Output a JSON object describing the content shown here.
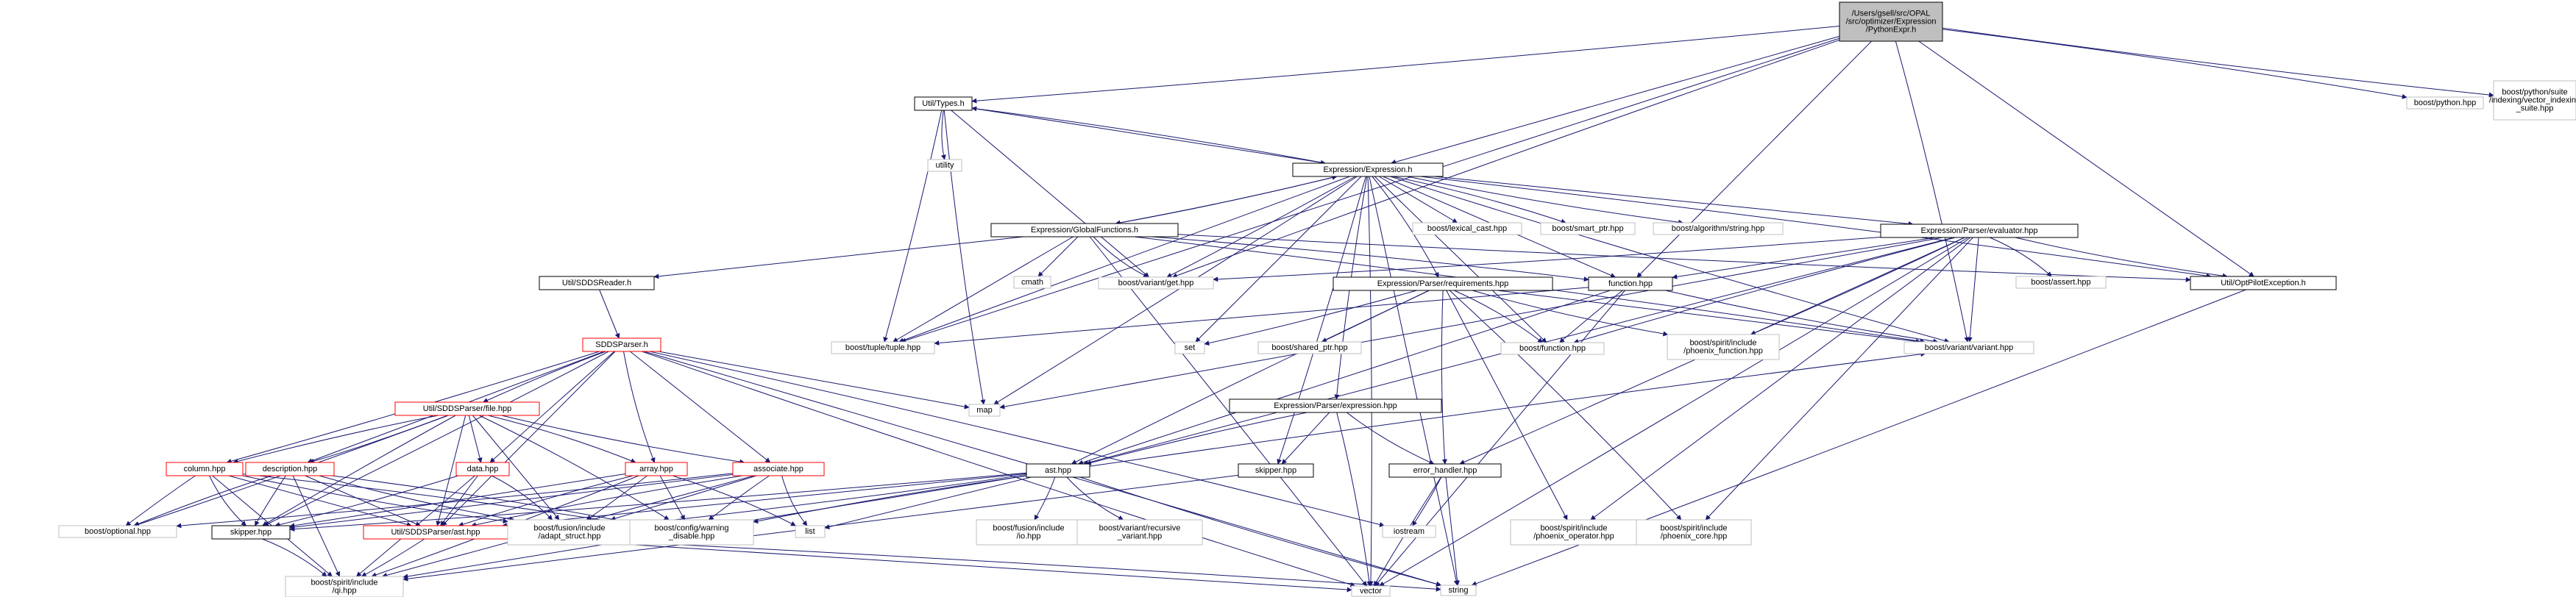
{
  "colors": {
    "edge": "#191970",
    "root_fill": "#bfbfbf",
    "normal_border": "#000000",
    "external_border": "#bfbfbf",
    "truncated_border": "#ff0000",
    "text": "#000000"
  },
  "nodes": [
    {
      "id": "root",
      "lines": [
        "/Users/gsell/src/OPAL",
        "/src/optimizer/Expression",
        "/PythonExpr.h"
      ],
      "style": "root"
    },
    {
      "id": "types",
      "lines": [
        "Util/Types.h"
      ],
      "style": "normal"
    },
    {
      "id": "utility",
      "lines": [
        "utility"
      ],
      "style": "external"
    },
    {
      "id": "expression",
      "lines": [
        "Expression/Expression.h"
      ],
      "style": "normal"
    },
    {
      "id": "globalfunctions",
      "lines": [
        "Expression/GlobalFunctions.h"
      ],
      "style": "normal"
    },
    {
      "id": "lexical",
      "lines": [
        "boost/lexical_cast.hpp"
      ],
      "style": "external"
    },
    {
      "id": "smartptr",
      "lines": [
        "boost/smart_ptr.hpp"
      ],
      "style": "external"
    },
    {
      "id": "algostring",
      "lines": [
        "boost/algorithm/string.hpp"
      ],
      "style": "external"
    },
    {
      "id": "evaluator",
      "lines": [
        "Expression/Parser/evaluator.hpp"
      ],
      "style": "normal"
    },
    {
      "id": "boostpython",
      "lines": [
        "boost/python.hpp"
      ],
      "style": "external"
    },
    {
      "id": "vecindexing",
      "lines": [
        "boost/python/suite",
        "/indexing/vector_indexing",
        "_suite.hpp"
      ],
      "style": "external"
    },
    {
      "id": "sddsreader",
      "lines": [
        "Util/SDDSReader.h"
      ],
      "style": "normal"
    },
    {
      "id": "cmath",
      "lines": [
        "cmath"
      ],
      "style": "external"
    },
    {
      "id": "variantget",
      "lines": [
        "boost/variant/get.hpp"
      ],
      "style": "external"
    },
    {
      "id": "function",
      "lines": [
        "function.hpp"
      ],
      "style": "normal"
    },
    {
      "id": "requirements",
      "lines": [
        "Expression/Parser/requirements.hpp"
      ],
      "style": "normal"
    },
    {
      "id": "boostassert",
      "lines": [
        "boost/assert.hpp"
      ],
      "style": "external"
    },
    {
      "id": "optpilotexc",
      "lines": [
        "Util/OptPilotException.h"
      ],
      "style": "normal"
    },
    {
      "id": "sddsparser",
      "lines": [
        "SDDSParser.h"
      ],
      "style": "truncated"
    },
    {
      "id": "tuple",
      "lines": [
        "boost/tuple/tuple.hpp"
      ],
      "style": "external"
    },
    {
      "id": "set",
      "lines": [
        "set"
      ],
      "style": "external"
    },
    {
      "id": "sharedptr",
      "lines": [
        "boost/shared_ptr.hpp"
      ],
      "style": "external"
    },
    {
      "id": "boostfunction",
      "lines": [
        "boost/function.hpp"
      ],
      "style": "external"
    },
    {
      "id": "phoenixfunction",
      "lines": [
        "boost/spirit/include",
        "/phoenix_function.hpp"
      ],
      "style": "external"
    },
    {
      "id": "variant",
      "lines": [
        "boost/variant/variant.hpp"
      ],
      "style": "external"
    },
    {
      "id": "filehpp",
      "lines": [
        "Util/SDDSParser/file.hpp"
      ],
      "style": "truncated"
    },
    {
      "id": "map",
      "lines": [
        "map"
      ],
      "style": "external"
    },
    {
      "id": "exprhpp",
      "lines": [
        "Expression/Parser/expression.hpp"
      ],
      "style": "normal"
    },
    {
      "id": "column",
      "lines": [
        "column.hpp"
      ],
      "style": "truncated"
    },
    {
      "id": "description",
      "lines": [
        "description.hpp"
      ],
      "style": "truncated"
    },
    {
      "id": "data",
      "lines": [
        "data.hpp"
      ],
      "style": "truncated"
    },
    {
      "id": "array",
      "lines": [
        "array.hpp"
      ],
      "style": "truncated"
    },
    {
      "id": "associate",
      "lines": [
        "associate.hpp"
      ],
      "style": "truncated"
    },
    {
      "id": "ast",
      "lines": [
        "ast.hpp"
      ],
      "style": "normal"
    },
    {
      "id": "skipper2",
      "lines": [
        "skipper.hpp"
      ],
      "style": "normal"
    },
    {
      "id": "errorhandler",
      "lines": [
        "error_handler.hpp"
      ],
      "style": "normal"
    },
    {
      "id": "optional",
      "lines": [
        "boost/optional.hpp"
      ],
      "style": "external"
    },
    {
      "id": "skipper1",
      "lines": [
        "skipper.hpp"
      ],
      "style": "normal"
    },
    {
      "id": "sddsast",
      "lines": [
        "Util/SDDSParser/ast.hpp"
      ],
      "style": "truncated"
    },
    {
      "id": "adaptstruct",
      "lines": [
        "boost/fusion/include",
        "/adapt_struct.hpp"
      ],
      "style": "external"
    },
    {
      "id": "configwarning",
      "lines": [
        "boost/config/warning",
        "_disable.hpp"
      ],
      "style": "external"
    },
    {
      "id": "list",
      "lines": [
        "list"
      ],
      "style": "external"
    },
    {
      "id": "fusionio",
      "lines": [
        "boost/fusion/include",
        "/io.hpp"
      ],
      "style": "external"
    },
    {
      "id": "recursivevariant",
      "lines": [
        "boost/variant/recursive",
        "_variant.hpp"
      ],
      "style": "external"
    },
    {
      "id": "iostream",
      "lines": [
        "iostream"
      ],
      "style": "external"
    },
    {
      "id": "phoenixoperator",
      "lines": [
        "boost/spirit/include",
        "/phoenix_operator.hpp"
      ],
      "style": "external"
    },
    {
      "id": "phoenixcore",
      "lines": [
        "boost/spirit/include",
        "/phoenix_core.hpp"
      ],
      "style": "external"
    },
    {
      "id": "qi",
      "lines": [
        "boost/spirit/include",
        "/qi.hpp"
      ],
      "style": "external"
    },
    {
      "id": "vector",
      "lines": [
        "vector"
      ],
      "style": "external"
    },
    {
      "id": "string",
      "lines": [
        "string"
      ],
      "style": "external"
    }
  ],
  "edges": [
    [
      "root",
      "types"
    ],
    [
      "root",
      "expression"
    ],
    [
      "root",
      "boostpython"
    ],
    [
      "root",
      "vecindexing"
    ],
    [
      "root",
      "tuple"
    ],
    [
      "root",
      "variantget"
    ],
    [
      "root",
      "function"
    ],
    [
      "root",
      "optpilotexc"
    ],
    [
      "root",
      "variant"
    ],
    [
      "types",
      "utility"
    ],
    [
      "types",
      "expression"
    ],
    [
      "types",
      "tuple"
    ],
    [
      "types",
      "map"
    ],
    [
      "types",
      "variantget"
    ],
    [
      "expression",
      "types"
    ],
    [
      "expression",
      "globalfunctions"
    ],
    [
      "expression",
      "lexical"
    ],
    [
      "expression",
      "smartptr"
    ],
    [
      "expression",
      "algostring"
    ],
    [
      "expression",
      "evaluator"
    ],
    [
      "expression",
      "requirements"
    ],
    [
      "expression",
      "exprhpp"
    ],
    [
      "expression",
      "function"
    ],
    [
      "expression",
      "optpilotexc"
    ],
    [
      "expression",
      "variantget"
    ],
    [
      "expression",
      "tuple"
    ],
    [
      "expression",
      "set"
    ],
    [
      "expression",
      "map"
    ],
    [
      "expression",
      "boostfunction"
    ],
    [
      "expression",
      "skipper2"
    ],
    [
      "expression",
      "variant"
    ],
    [
      "expression",
      "string"
    ],
    [
      "expression",
      "vector"
    ],
    [
      "globalfunctions",
      "expression"
    ],
    [
      "globalfunctions",
      "sddsreader"
    ],
    [
      "globalfunctions",
      "cmath"
    ],
    [
      "globalfunctions",
      "variantget"
    ],
    [
      "globalfunctions",
      "tuple"
    ],
    [
      "globalfunctions",
      "function"
    ],
    [
      "globalfunctions",
      "optpilotexc"
    ],
    [
      "globalfunctions",
      "vector"
    ],
    [
      "globalfunctions",
      "variant"
    ],
    [
      "evaluator",
      "variantget"
    ],
    [
      "evaluator",
      "function"
    ],
    [
      "evaluator",
      "boostassert"
    ],
    [
      "evaluator",
      "optpilotexc"
    ],
    [
      "evaluator",
      "variant"
    ],
    [
      "evaluator",
      "boostfunction"
    ],
    [
      "evaluator",
      "phoenixfunction"
    ],
    [
      "evaluator",
      "map"
    ],
    [
      "evaluator",
      "ast"
    ],
    [
      "evaluator",
      "errorhandler"
    ],
    [
      "evaluator",
      "phoenixoperator"
    ],
    [
      "evaluator",
      "phoenixcore"
    ],
    [
      "evaluator",
      "vector"
    ],
    [
      "function",
      "tuple"
    ],
    [
      "function",
      "boostfunction"
    ],
    [
      "function",
      "variant"
    ],
    [
      "function",
      "ast"
    ],
    [
      "function",
      "vector"
    ],
    [
      "requirements",
      "set"
    ],
    [
      "requirements",
      "sharedptr"
    ],
    [
      "requirements",
      "boostfunction"
    ],
    [
      "requirements",
      "phoenixfunction"
    ],
    [
      "requirements",
      "variant"
    ],
    [
      "requirements",
      "ast"
    ],
    [
      "requirements",
      "errorhandler"
    ],
    [
      "requirements",
      "phoenixoperator"
    ],
    [
      "requirements",
      "phoenixcore"
    ],
    [
      "optpilotexc",
      "string"
    ],
    [
      "sddsreader",
      "sddsparser"
    ],
    [
      "sddsparser",
      "filehpp"
    ],
    [
      "sddsparser",
      "column"
    ],
    [
      "sddsparser",
      "description"
    ],
    [
      "sddsparser",
      "data"
    ],
    [
      "sddsparser",
      "array"
    ],
    [
      "sddsparser",
      "associate"
    ],
    [
      "sddsparser",
      "sddsast"
    ],
    [
      "sddsparser",
      "skipper1"
    ],
    [
      "sddsparser",
      "map"
    ],
    [
      "sddsparser",
      "iostream"
    ],
    [
      "sddsparser",
      "vector"
    ],
    [
      "sddsparser",
      "string"
    ],
    [
      "filehpp",
      "column"
    ],
    [
      "filehpp",
      "description"
    ],
    [
      "filehpp",
      "data"
    ],
    [
      "filehpp",
      "array"
    ],
    [
      "filehpp",
      "associate"
    ],
    [
      "filehpp",
      "sddsast"
    ],
    [
      "filehpp",
      "skipper1"
    ],
    [
      "filehpp",
      "optional"
    ],
    [
      "filehpp",
      "adaptstruct"
    ],
    [
      "filehpp",
      "configwarning"
    ],
    [
      "column",
      "skipper1"
    ],
    [
      "column",
      "sddsast"
    ],
    [
      "column",
      "optional"
    ],
    [
      "column",
      "adaptstruct"
    ],
    [
      "column",
      "qi"
    ],
    [
      "column",
      "configwarning"
    ],
    [
      "description",
      "skipper1"
    ],
    [
      "description",
      "sddsast"
    ],
    [
      "description",
      "optional"
    ],
    [
      "description",
      "adaptstruct"
    ],
    [
      "description",
      "qi"
    ],
    [
      "description",
      "configwarning"
    ],
    [
      "data",
      "skipper1"
    ],
    [
      "data",
      "sddsast"
    ],
    [
      "data",
      "adaptstruct"
    ],
    [
      "data",
      "qi"
    ],
    [
      "array",
      "skipper1"
    ],
    [
      "array",
      "sddsast"
    ],
    [
      "array",
      "adaptstruct"
    ],
    [
      "array",
      "configwarning"
    ],
    [
      "array",
      "list"
    ],
    [
      "array",
      "qi"
    ],
    [
      "associate",
      "skipper1"
    ],
    [
      "associate",
      "sddsast"
    ],
    [
      "associate",
      "optional"
    ],
    [
      "associate",
      "adaptstruct"
    ],
    [
      "associate",
      "configwarning"
    ],
    [
      "associate",
      "list"
    ],
    [
      "associate",
      "qi"
    ],
    [
      "exprhpp",
      "ast"
    ],
    [
      "exprhpp",
      "errorhandler"
    ],
    [
      "exprhpp",
      "skipper2"
    ],
    [
      "exprhpp",
      "vector"
    ],
    [
      "ast",
      "skipper1"
    ],
    [
      "ast",
      "sddsast"
    ],
    [
      "ast",
      "fusionio"
    ],
    [
      "ast",
      "recursivevariant"
    ],
    [
      "ast",
      "list"
    ],
    [
      "ast",
      "configwarning"
    ],
    [
      "ast",
      "adaptstruct"
    ],
    [
      "ast",
      "qi"
    ],
    [
      "ast",
      "variant"
    ],
    [
      "ast",
      "string"
    ],
    [
      "skipper2",
      "qi"
    ],
    [
      "errorhandler",
      "iostream"
    ],
    [
      "errorhandler",
      "vector"
    ],
    [
      "errorhandler",
      "string"
    ],
    [
      "skipper1",
      "qi"
    ],
    [
      "sddsast",
      "qi"
    ],
    [
      "sddsast",
      "vector"
    ],
    [
      "sddsast",
      "string"
    ]
  ]
}
